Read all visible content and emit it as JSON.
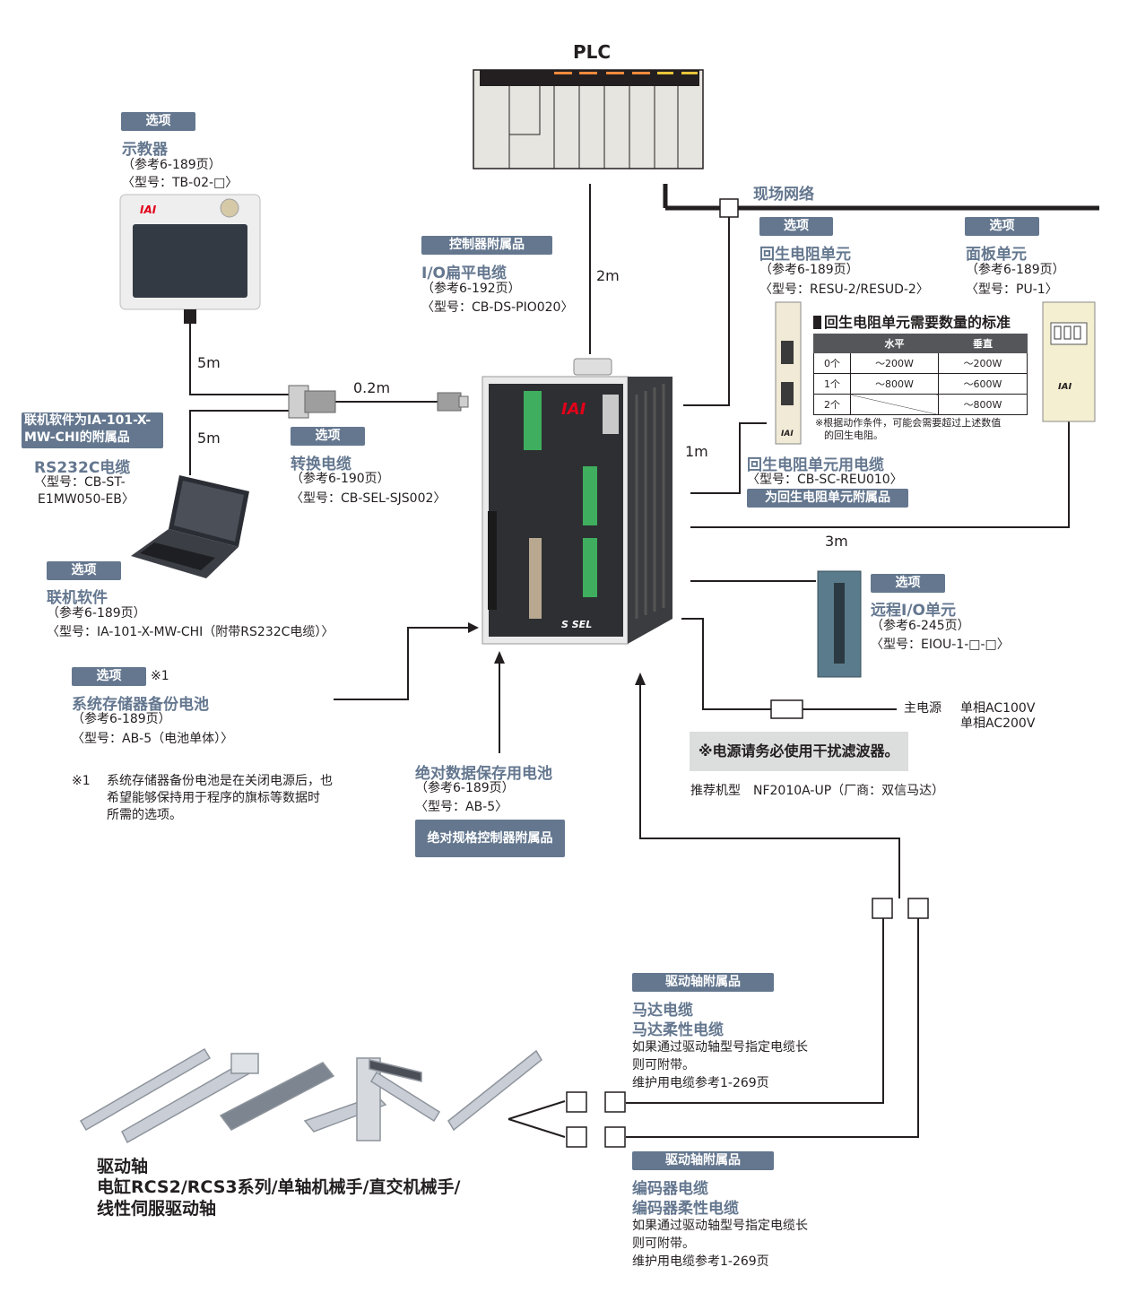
{
  "plc": {
    "label": "PLC"
  },
  "field_network": {
    "label": "现场网络"
  },
  "lengths": {
    "l2m": "2m",
    "l5m_a": "5m",
    "l5m_b": "5m",
    "l02m": "0.2m",
    "l1m": "1m",
    "l3m": "3m"
  },
  "teach": {
    "badge": "选项",
    "title": "示教器",
    "ref": "（参考6-189页）",
    "model": "〈型号：TB-02-□〉"
  },
  "io_cable": {
    "badge": "控制器附属品",
    "title": "I/O扁平电缆",
    "ref": "（参考6-192页）",
    "model": "〈型号：CB-DS-PIO020〉"
  },
  "regen": {
    "badge": "选项",
    "title": "回生电阻单元",
    "ref": "（参考6-189页）",
    "model": "〈型号：RESU-2/RESUD-2〉"
  },
  "panel": {
    "badge": "选项",
    "title": "面板单元",
    "ref": "（参考6-189页）",
    "model": "〈型号：PU-1〉"
  },
  "regen_table": {
    "title": "回生电阻单元需要数量的标准",
    "headers": [
      "",
      "水平",
      "垂直"
    ],
    "rows": [
      [
        "0个",
        "～200W",
        "～200W"
      ],
      [
        "1个",
        "～800W",
        "～600W"
      ],
      [
        "2个",
        "",
        "～800W"
      ]
    ],
    "note_line1": "※根据动作条件，可能会需要超过上述数值",
    "note_line2": "的回生电阻。"
  },
  "regen_cable": {
    "title": "回生电阻单元用电缆",
    "model": "〈型号：CB-SC-REU010〉",
    "badge": "为回生电阻单元附属品"
  },
  "rs232": {
    "badge_line1": "联机软件为IA-101-X-",
    "badge_line2": "MW-CHI的附属品",
    "title": "RS232C电缆",
    "model_line1": "〈型号：CB-ST-",
    "model_line2": "E1MW050-EB〉"
  },
  "convert": {
    "badge": "选项",
    "title": "转换电缆",
    "ref": "（参考6-190页）",
    "model": "〈型号：CB-SEL-SJS002〉"
  },
  "software": {
    "badge": "选项",
    "title": "联机软件",
    "ref": "（参考6-189页）",
    "model": "〈型号：IA-101-X-MW-CHI（附带RS232C电缆）〉"
  },
  "remote_io": {
    "badge": "选项",
    "title": "远程I/O单元",
    "ref": "（参考6-245页）",
    "model": "〈型号：EIOU-1-□-□〉"
  },
  "battery_sys": {
    "badge": "选项",
    "mark": "※1",
    "title": "系统存储器备份电池",
    "ref": "（参考6-189页）",
    "model": "〈型号：AB-5（电池单体）〉"
  },
  "footnote": {
    "mark": "※1",
    "line1": "系统存储器备份电池是在关闭电源后，也",
    "line2": "希望能够保持用于程序的旗标等数据时",
    "line3": "所需的选项。"
  },
  "battery_abs": {
    "title": "绝对数据保存用电池",
    "ref": "（参考6-189页）",
    "model": "〈型号：AB-5〉",
    "badge": "绝对规格控制器附属品"
  },
  "power": {
    "label": "主电源",
    "v1": "单相AC100V",
    "v2": "单相AC200V",
    "note": "※电源请务必使用干扰滤波器。",
    "recommend": "推荐机型　NF2010A-UP（厂商：双信马达）"
  },
  "motor_cable": {
    "badge": "驱动轴附属品",
    "title1": "马达电缆",
    "title2": "马达柔性电缆",
    "line1": "如果通过驱动轴型号指定电缆长",
    "line2": "则可附带。",
    "line3": "维护用电缆参考1-269页"
  },
  "encoder_cable": {
    "badge": "驱动轴附属品",
    "title1": "编码器电缆",
    "title2": "编码器柔性电缆",
    "line1": "如果通过驱动轴型号指定电缆长",
    "line2": "则可附带。",
    "line3": "维护用电缆参考1-269页"
  },
  "drive": {
    "line1": "驱动轴",
    "line2": "电缸RCS2/RCS3系列/单轴机械手/直交机械手/",
    "line3": "线性伺服驱动轴"
  },
  "brand": {
    "iai": "IAI",
    "ssel": "SSEL"
  },
  "colors": {
    "accent": "#64778f",
    "badge_text": "#ffffff",
    "note_bg": "#dcdddd",
    "ink": "#231f20"
  }
}
